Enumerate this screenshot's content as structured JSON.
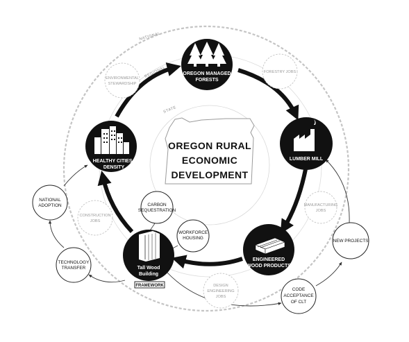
{
  "title_lines": [
    "OREGON RURAL",
    "ECONOMIC",
    "DEVELOPMENT"
  ],
  "ring_labels": {
    "national": "NATIONAL",
    "regional": "REGIONAL",
    "state": "STATE"
  },
  "main_nodes": {
    "forests": [
      "OREGON MANAGED",
      "FORESTS"
    ],
    "lumber": [
      "LUMBER MILL"
    ],
    "engineered": [
      "ENGINEERED",
      "WOOD PRODUCTS"
    ],
    "tallwood": [
      "Tall Wood",
      "Building"
    ],
    "cities": [
      "HEALTHY CITIES /",
      "DENSITY"
    ]
  },
  "secondary_nodes": {
    "carbon": [
      "CARBON",
      "SEQUESTRATION"
    ],
    "workforce": [
      "WORKFORCE",
      "HOUSING"
    ],
    "new_projects": [
      "NEW PROJECTS"
    ],
    "code": [
      "CODE",
      "ACCEPTANCE",
      "OF CLT"
    ],
    "technology": [
      "TECHNOLOGY",
      "TRANSFER"
    ],
    "national_adoption": [
      "NATIONAL",
      "ADOPTION"
    ]
  },
  "job_nodes": {
    "forestry": [
      "FORESTRY JOBS"
    ],
    "manufacturing": [
      "MANUFACTURING",
      "JOBS"
    ],
    "design": [
      "DESIGN",
      "ENGINEERING",
      "JOBS"
    ],
    "construction": [
      "CONSTRUCTION",
      "JOBS"
    ],
    "environmental": [
      "ENVIRONMENTAL",
      "STEWARDSHIP"
    ]
  },
  "framework_label": "FRAMEWORK",
  "colors": {
    "main": "#111111",
    "ring": "#bdbdbd",
    "secondary_stroke": "#222222",
    "job_stroke": "#c4c4c4"
  },
  "icons": {
    "forests": "tree-icon",
    "lumber": "factory-icon",
    "engineered": "lumber-stack-icon",
    "tallwood": "tower-icon",
    "cities": "city-skyline-icon"
  }
}
